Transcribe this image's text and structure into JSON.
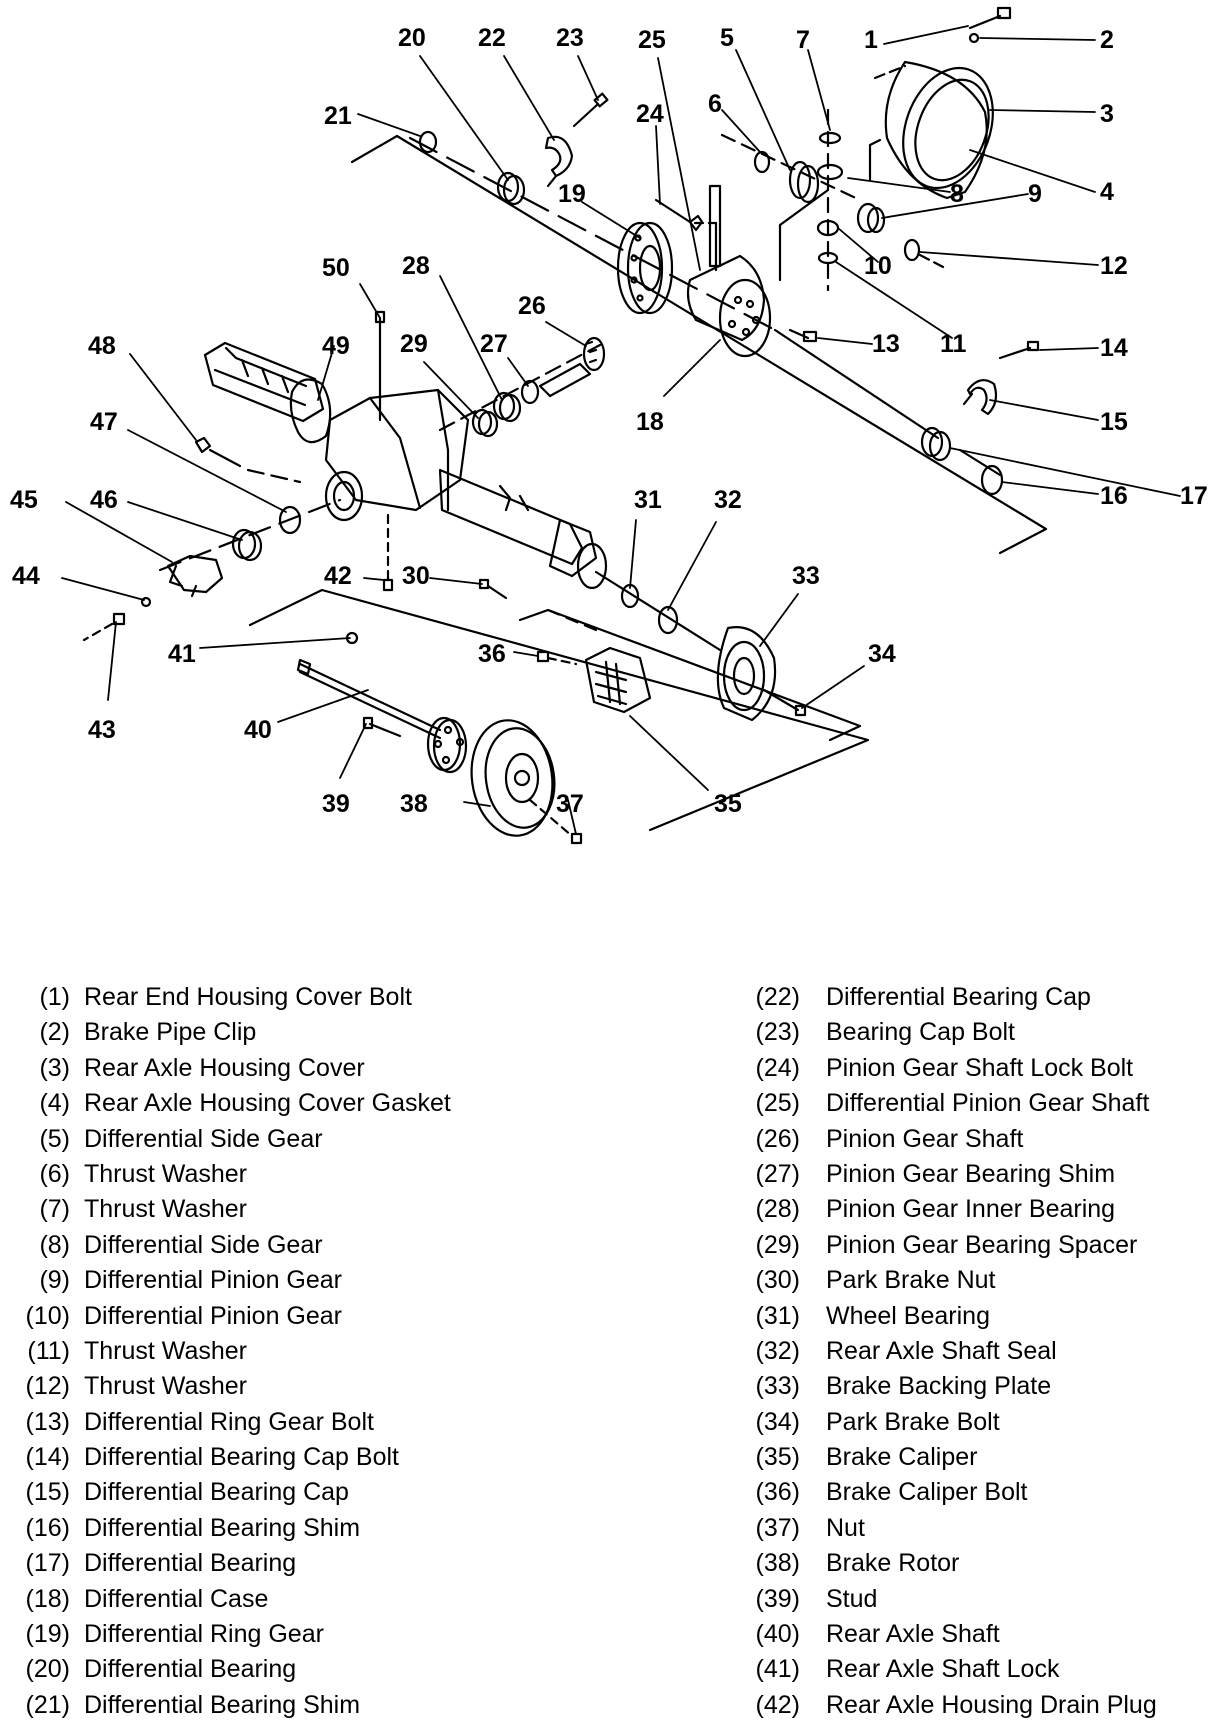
{
  "callouts": [
    "1",
    "2",
    "3",
    "4",
    "5",
    "6",
    "7",
    "8",
    "9",
    "10",
    "11",
    "12",
    "13",
    "14",
    "15",
    "16",
    "17",
    "18",
    "19",
    "20",
    "21",
    "22",
    "23",
    "24",
    "25",
    "26",
    "27",
    "28",
    "29",
    "30",
    "31",
    "32",
    "33",
    "34",
    "35",
    "36",
    "37",
    "38",
    "39",
    "40",
    "41",
    "42",
    "43",
    "44",
    "45",
    "46",
    "47",
    "48",
    "49",
    "50"
  ],
  "legend_left": [
    {
      "num": "(1)",
      "label": "Rear End Housing Cover Bolt"
    },
    {
      "num": "(2)",
      "label": "Brake Pipe Clip"
    },
    {
      "num": "(3)",
      "label": "Rear Axle Housing Cover"
    },
    {
      "num": "(4)",
      "label": "Rear Axle Housing Cover Gasket"
    },
    {
      "num": "(5)",
      "label": "Differential Side Gear"
    },
    {
      "num": "(6)",
      "label": "Thrust Washer"
    },
    {
      "num": "(7)",
      "label": "Thrust Washer"
    },
    {
      "num": "(8)",
      "label": "Differential Side Gear"
    },
    {
      "num": "(9)",
      "label": "Differential Pinion Gear"
    },
    {
      "num": "(10)",
      "label": "Differential Pinion Gear"
    },
    {
      "num": "(11)",
      "label": "Thrust Washer"
    },
    {
      "num": "(12)",
      "label": "Thrust Washer"
    },
    {
      "num": "(13)",
      "label": "Differential Ring Gear Bolt"
    },
    {
      "num": "(14)",
      "label": "Differential Bearing Cap Bolt"
    },
    {
      "num": "(15)",
      "label": "Differential Bearing Cap"
    },
    {
      "num": "(16)",
      "label": "Differential Bearing Shim"
    },
    {
      "num": "(17)",
      "label": "Differential Bearing"
    },
    {
      "num": "(18)",
      "label": "Differential Case"
    },
    {
      "num": "(19)",
      "label": "Differential Ring Gear"
    },
    {
      "num": "(20)",
      "label": "Differential Bearing"
    },
    {
      "num": "(21)",
      "label": "Differential Bearing Shim"
    }
  ],
  "legend_right": [
    {
      "num": "(22)",
      "label": "Differential Bearing Cap"
    },
    {
      "num": "(23)",
      "label": "Bearing Cap Bolt"
    },
    {
      "num": "(24)",
      "label": "Pinion Gear Shaft Lock Bolt"
    },
    {
      "num": "(25)",
      "label": "Differential Pinion Gear Shaft"
    },
    {
      "num": "(26)",
      "label": "Pinion Gear Shaft"
    },
    {
      "num": "(27)",
      "label": "Pinion Gear Bearing Shim"
    },
    {
      "num": "(28)",
      "label": "Pinion Gear Inner Bearing"
    },
    {
      "num": "(29)",
      "label": "Pinion Gear Bearing Spacer"
    },
    {
      "num": "(30)",
      "label": "Park Brake Nut"
    },
    {
      "num": "(31)",
      "label": "Wheel Bearing"
    },
    {
      "num": "(32)",
      "label": "Rear Axle Shaft Seal"
    },
    {
      "num": "(33)",
      "label": "Brake Backing Plate"
    },
    {
      "num": "(34)",
      "label": "Park Brake Bolt"
    },
    {
      "num": "(35)",
      "label": "Brake Caliper"
    },
    {
      "num": "(36)",
      "label": "Brake Caliper Bolt"
    },
    {
      "num": "(37)",
      "label": "Nut"
    },
    {
      "num": "(38)",
      "label": "Brake Rotor"
    },
    {
      "num": "(39)",
      "label": "Stud"
    },
    {
      "num": "(40)",
      "label": "Rear Axle Shaft"
    },
    {
      "num": "(41)",
      "label": "Rear Axle Shaft Lock"
    },
    {
      "num": "(42)",
      "label": "Rear Axle Housing Drain Plug"
    }
  ]
}
